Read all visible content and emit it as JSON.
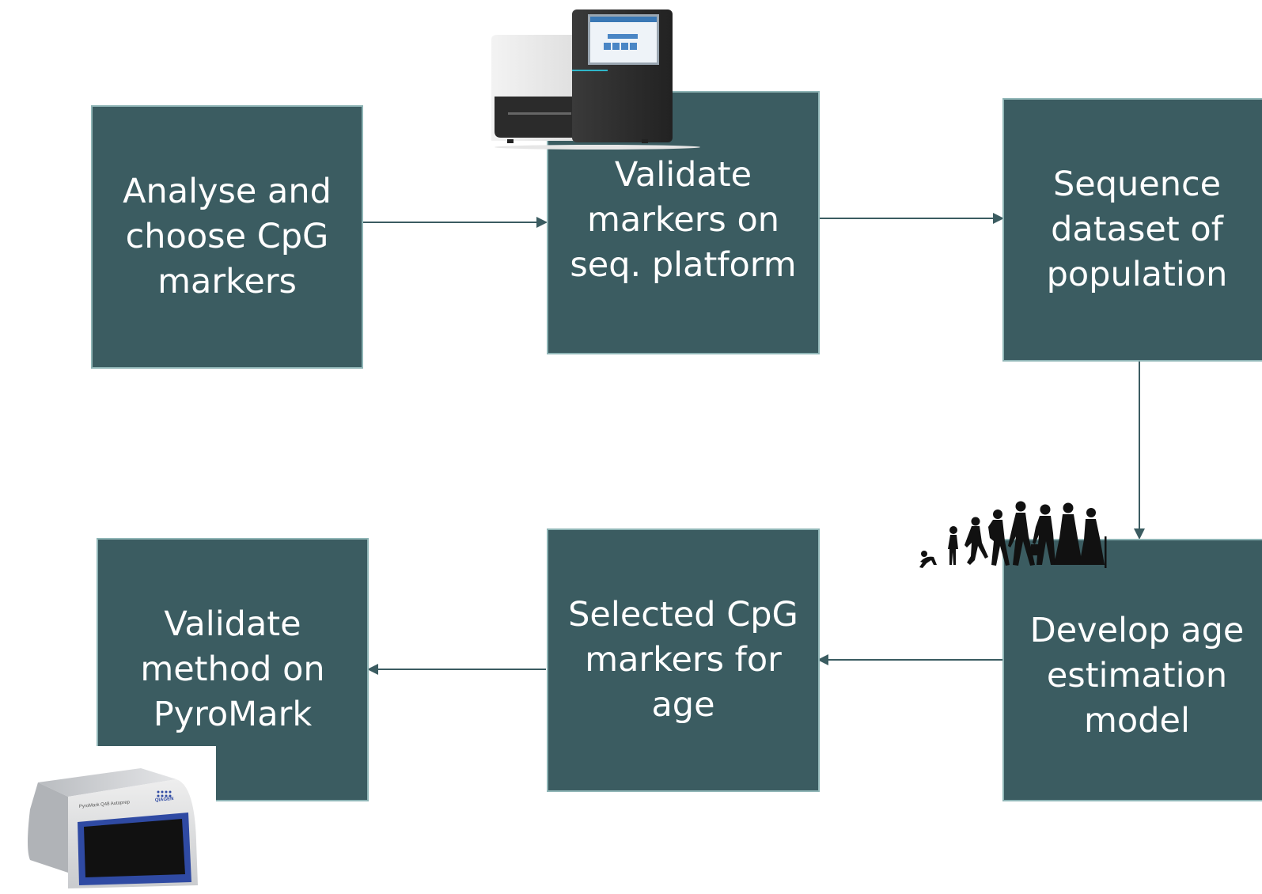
{
  "diagram": {
    "type": "flowchart",
    "steps": [
      {
        "id": "analyse",
        "label": "Analyse and\nchoose CpG\nmarkers"
      },
      {
        "id": "validate_seq",
        "label": "Validate\nmarkers on\nseq. platform"
      },
      {
        "id": "sequence",
        "label": "Sequence\ndataset of\npopulation"
      },
      {
        "id": "develop",
        "label": "Develop age\nestimation\nmodel"
      },
      {
        "id": "selected",
        "label": "Selected CpG\nmarkers for\nage"
      },
      {
        "id": "validate_pyro",
        "label": "Validate\nmethod on\nPyroMark"
      }
    ],
    "connections": [
      {
        "from": "analyse",
        "to": "validate_seq"
      },
      {
        "from": "validate_seq",
        "to": "sequence"
      },
      {
        "from": "sequence",
        "to": "develop"
      },
      {
        "from": "develop",
        "to": "selected"
      },
      {
        "from": "selected",
        "to": "validate_pyro"
      }
    ]
  },
  "illustrations": {
    "sequencer_icon": "sequencer-instrument-icon",
    "human_ageing_icon": "human-ageing-silhouettes-icon",
    "pyromark_icon": "pyromark-instrument-icon",
    "pyromark_text": "PyroMark Q48 Autoprep",
    "pyromark_brand": "QIAGEN"
  },
  "colors": {
    "box_fill": "#3b5c61",
    "box_border": "#8fb5b6",
    "arrow": "#3b5c61",
    "text": "#ffffff"
  }
}
